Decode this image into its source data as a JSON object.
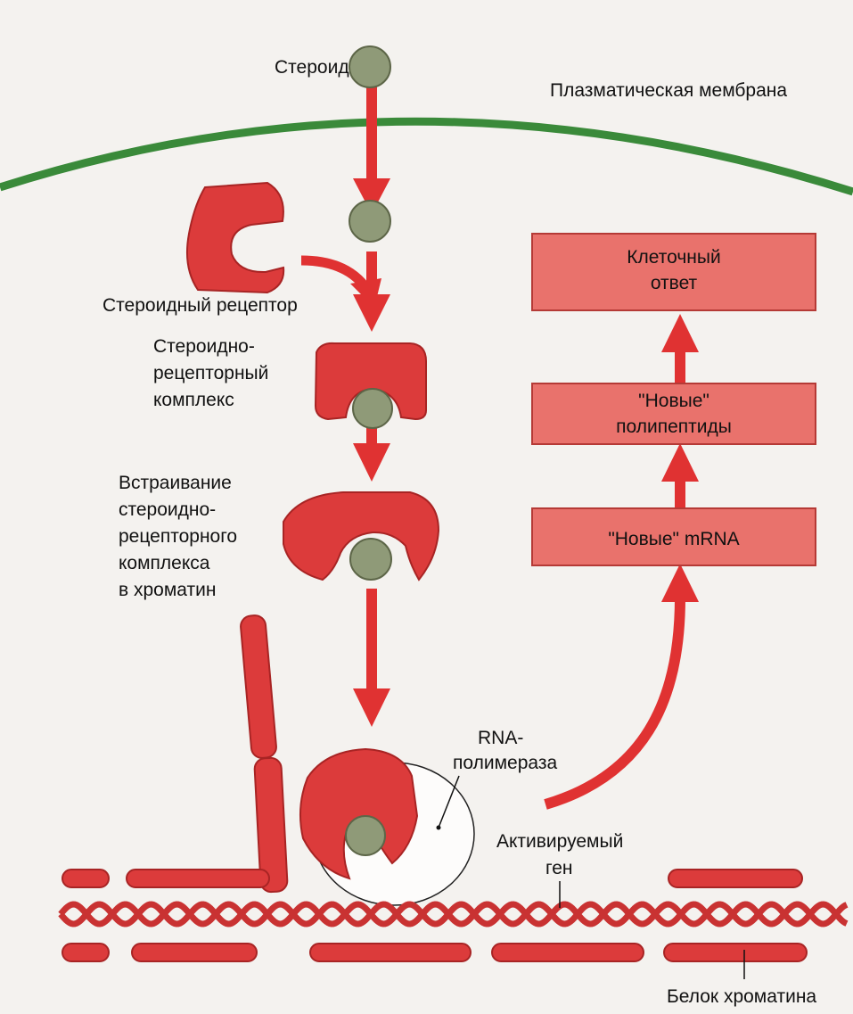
{
  "labels": {
    "steroid": "Стероид",
    "plasma_membrane": "Плазматическая мембрана",
    "steroid_receptor": "Стероидный рецептор",
    "complex": [
      "Стероидно-",
      "рецепторный",
      "комплекс"
    ],
    "insertion": [
      "Встраивание",
      "стероидно-",
      "рецепторного",
      "комплекса",
      "в хроматин"
    ],
    "rna_polymerase": [
      "RNA-",
      "полимераза"
    ],
    "activated_gene": [
      "Активируемый",
      "ген"
    ],
    "chromatin_protein": "Белок хроматина"
  },
  "boxes": {
    "cell_response": [
      "Клеточный",
      "ответ"
    ],
    "new_polypeptides": [
      "\"Новые\"",
      "полипептиды"
    ],
    "new_mrna": "\"Новые\" mRNA"
  },
  "colors": {
    "receptor_red": "#dc3b3b",
    "arrow_red": "#e03232",
    "box_fill": "#e9726c",
    "membrane_green": "#3a8a3a",
    "steroid_olive": "#8f9a78",
    "helix_red": "#d94141",
    "background": "#f4f2ef"
  }
}
